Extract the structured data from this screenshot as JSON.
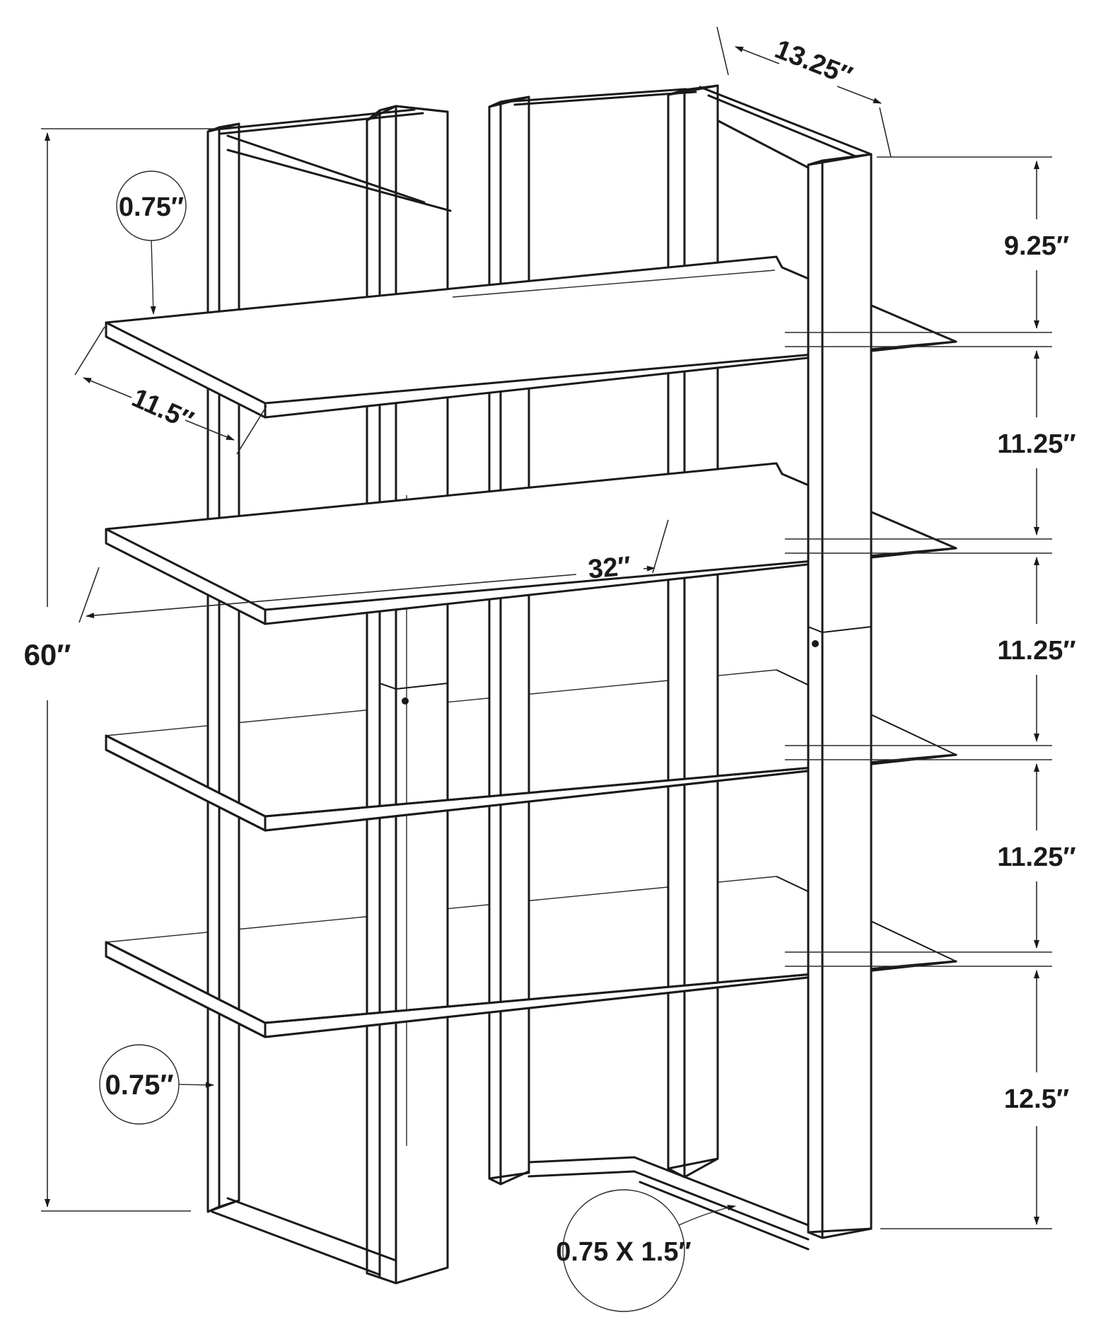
{
  "figure": {
    "type": "furniture-dimension-diagram",
    "product": "4-shelf open etagere bookcase line drawing",
    "line_color": "#1a1a1a",
    "background": "#ffffff"
  },
  "dimensions": {
    "overall_height": "60″",
    "frame_depth": "13.25″",
    "shelf_depth": "11.5″",
    "shelf_width": "32″",
    "top_to_first_shelf": "9.25″",
    "shelf_gap_1": "11.25″",
    "shelf_gap_2": "11.25″",
    "shelf_gap_3": "11.25″",
    "bottom_clearance": "12.5″"
  },
  "callouts": {
    "shelf_thickness": "0.75″",
    "post_width": "0.75″",
    "rail_cross_section": "0.75 X 1.5″"
  }
}
